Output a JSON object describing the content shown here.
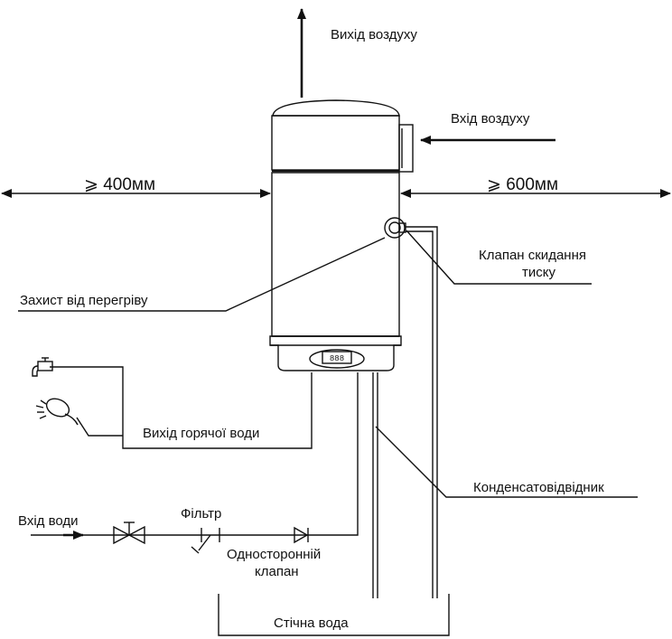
{
  "labels": {
    "air_out": "Вихід воздуху",
    "air_in": "Вхід воздуху",
    "left_clearance": "⩾ 400мм",
    "right_clearance": "⩾ 600мм",
    "relief_valve_line1": "Клапан скидання",
    "relief_valve_line2": "тиску",
    "overheat": "Захист від перегріву",
    "hot_water_out": "Вихід горячої води",
    "condensate": "Конденсатовідвідник",
    "filter": "Фільтр",
    "water_in": "Вхід води",
    "check_valve_line1": "Односторонній",
    "check_valve_line2": "клапан",
    "drain": "Стічна вода"
  },
  "display_text": "888"
}
